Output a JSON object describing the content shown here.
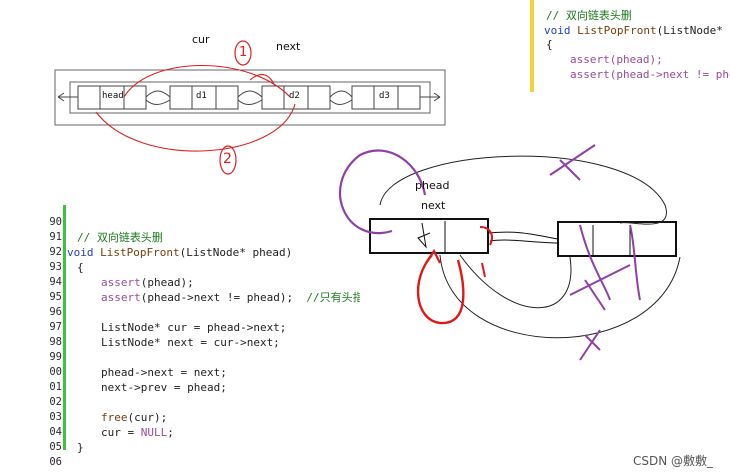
{
  "top_diagram": {
    "labels": {
      "cur": "cur",
      "next": "next",
      "head": "head",
      "d1": "d1",
      "d2": "d2",
      "d3": "d3",
      "step1": "1",
      "step2": "2"
    }
  },
  "top_code": {
    "comment": "// 双向链表头删",
    "signature_kw": "void",
    "signature_fn": "ListPopFront",
    "signature_rest": "(ListNode* ph",
    "brace": "{",
    "assert1": "assert(phead);",
    "assert2": "assert(phead->next != phea"
  },
  "sketch": {
    "phead": "phead",
    "next": "next"
  },
  "code": {
    "line_numbers": [
      "90",
      "91",
      "92",
      "93",
      "94",
      "95",
      "96",
      "97",
      "98",
      "99",
      "00",
      "01",
      "02",
      "03",
      "04",
      "05",
      "06"
    ],
    "comment": "// 双向链表头删",
    "sig_kw": "void",
    "sig_fn": "ListPopFront",
    "sig_rest": "(ListNode* phead)",
    "open": "{",
    "assert1_fn": "assert",
    "assert1_rest": "(phead);",
    "assert2_fn": "assert",
    "assert2_rest": "(phead->next != phead);",
    "assert2_comment": "//只有头指针不删",
    "decl1": "ListNode* cur = phead->next;",
    "decl2": "ListNode* next = cur->next;",
    "assign1": "phead->next = next;",
    "assign2": "next->prev = phead;",
    "free_fn": "free",
    "free_rest": "(cur);",
    "null_lhs": "cur = ",
    "null_kw": "NULL",
    "null_end": ";",
    "close": "}"
  },
  "watermark": "CSDN @敷敷_"
}
